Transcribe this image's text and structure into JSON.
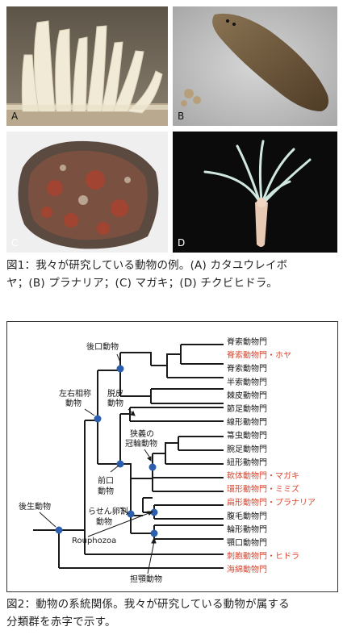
{
  "figure1": {
    "panels": [
      {
        "id": "A",
        "label": "A",
        "subject": "sea-squirt-photo"
      },
      {
        "id": "B",
        "label": "B",
        "subject": "planarian-photo"
      },
      {
        "id": "C",
        "label": "C",
        "subject": "oyster-photo"
      },
      {
        "id": "D",
        "label": "D",
        "subject": "hydra-photo"
      }
    ],
    "caption_line1": "図1：我々が研究している動物の例。(A) カタユウレイボ",
    "caption_line2": "ヤ；(B) プラナリア；(C) マガキ；(D) チクビヒドラ。"
  },
  "figure2": {
    "taxa": [
      {
        "label": "脊索動物門",
        "highlight": false
      },
      {
        "label": "脊索動物門・ホヤ",
        "highlight": true
      },
      {
        "label": "脊索動物門",
        "highlight": false
      },
      {
        "label": "半索動物門",
        "highlight": false
      },
      {
        "label": "棘皮動物門",
        "highlight": false
      },
      {
        "label": "節足動物門",
        "highlight": false
      },
      {
        "label": "線形動物門",
        "highlight": false
      },
      {
        "label": "箒虫動物門",
        "highlight": false
      },
      {
        "label": "腕足動物門",
        "highlight": false
      },
      {
        "label": "紐形動物門",
        "highlight": false
      },
      {
        "label": "軟体動物門・マガキ",
        "highlight": true
      },
      {
        "label": "環形動物門・ミミズ",
        "highlight": true
      },
      {
        "label": "扁形動物門・プラナリア",
        "highlight": true
      },
      {
        "label": "腹毛動物門",
        "highlight": false
      },
      {
        "label": "輪形動物門",
        "highlight": false
      },
      {
        "label": "顎口動物門",
        "highlight": false
      },
      {
        "label": "刺胞動物門・ヒドラ",
        "highlight": true
      },
      {
        "label": "海綿動物門",
        "highlight": true
      }
    ],
    "clades": {
      "deuterostomia": "後口動物",
      "bilateria_1": "左右相称",
      "bilateria_2": "動物",
      "ecdysozoa_1": "脱皮",
      "ecdysozoa_2": "動物",
      "lophophorata_1": "狭義の",
      "lophophorata_2": "冠輪動物",
      "protostomia_1": "前口",
      "protostomia_2": "動物",
      "spiralia_1": "らせん卵割",
      "spiralia_2": "動物",
      "metazoa": "後生動物",
      "rouphozoa": "Rouphozoa",
      "gnathifera": "担顎動物"
    },
    "caption_line1": "図2：動物の系統関係。我々が研究している動物が属する",
    "caption_line2": "分類群を赤字で示す。"
  },
  "colors": {
    "highlight": "#d9452f",
    "node": "#2b5fad",
    "line": "#1a1a1a"
  }
}
